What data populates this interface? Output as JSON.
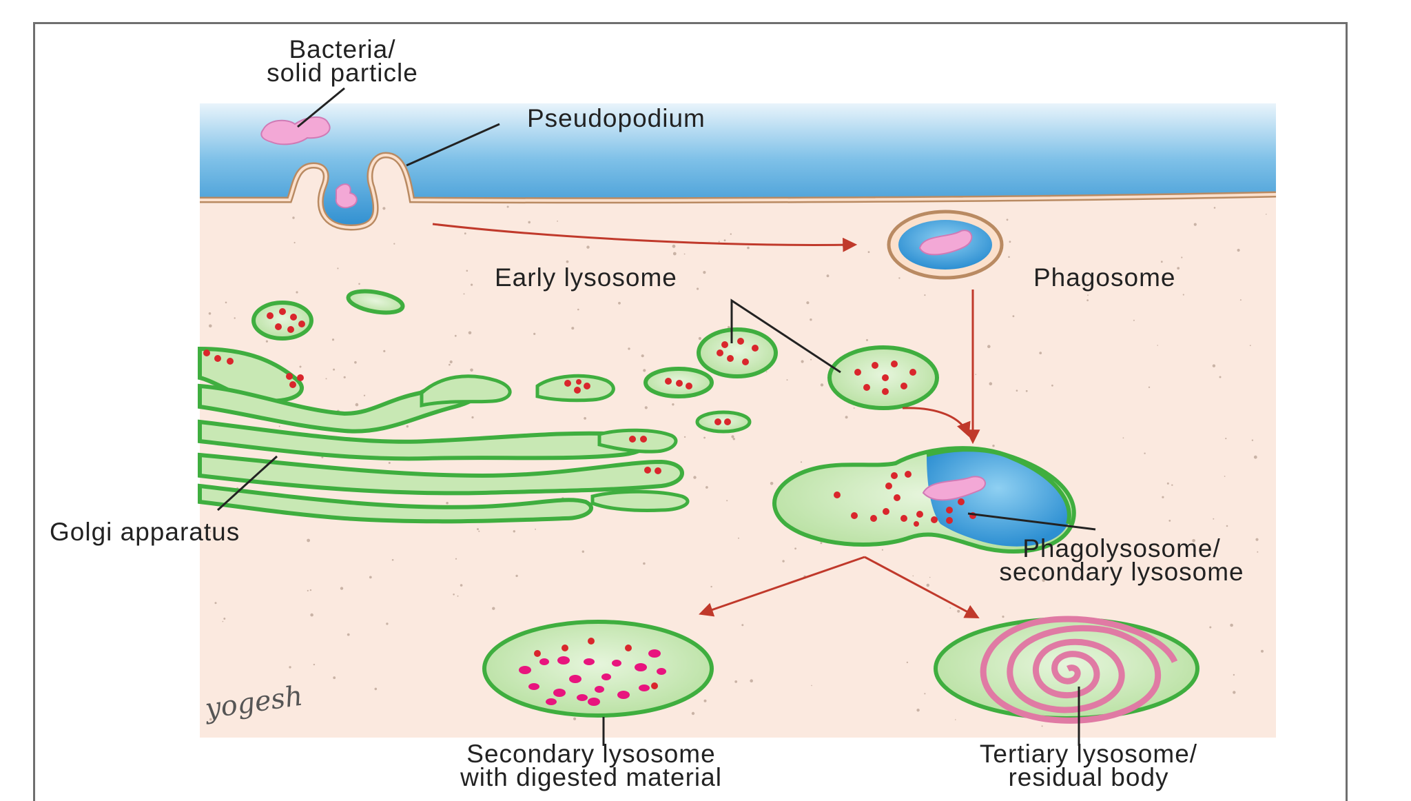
{
  "labels": {
    "bacteria_line1": "Bacteria/",
    "bacteria_line2": "solid particle",
    "pseudopodium": "Pseudopodium",
    "early_lysosome": "Early lysosome",
    "phagosome": "Phagosome",
    "golgi": "Golgi apparatus",
    "phagolysosome_line1": "Phagolysosome/",
    "phagolysosome_line2": "secondary lysosome",
    "secondary_line1": "Secondary lysosome",
    "secondary_line2": "with digested material",
    "tertiary_line1": "Tertiary lysosome/",
    "tertiary_line2": "residual body"
  },
  "signature": "yogesh",
  "colors": {
    "extracellular": "#3a9ad6",
    "cytoplasm": "#fbe9df",
    "membrane_outline": "#b98a62",
    "vesicle_fill": "#c8e8b4",
    "vesicle_outline": "#3fae3f",
    "enzyme_dot": "#d9262c",
    "particle": "#f3a8d6",
    "arrow": "#c0392b",
    "leader_line": "#222222"
  }
}
